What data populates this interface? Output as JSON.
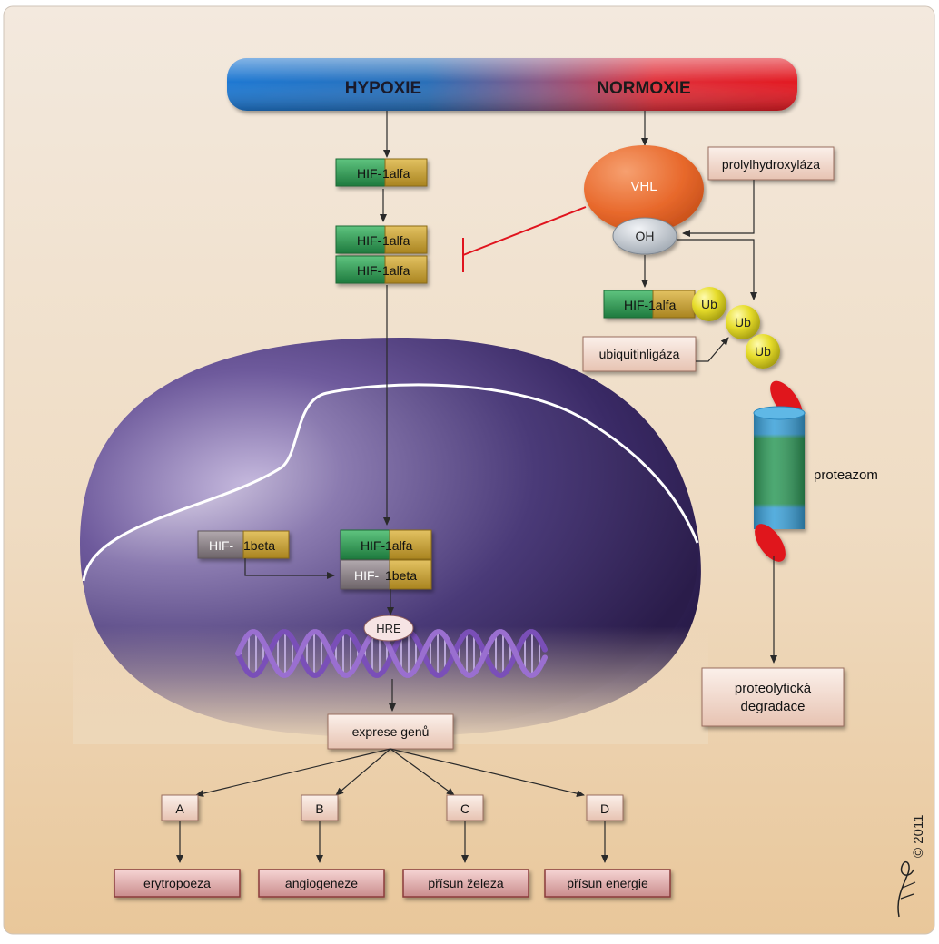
{
  "header": {
    "left": "HYPOXIE",
    "right": "NORMOXIE"
  },
  "vhl": {
    "label": "VHL",
    "oh": "OH"
  },
  "hif": {
    "name": "HIF-",
    "alpha": "1alfa",
    "beta": "1beta"
  },
  "prolyl": "prolylhydroxyláza",
  "ub": "Ub",
  "ubiquitin_ligase": "ubiquitinligáza",
  "proteasome": "proteazom",
  "degradation": [
    "proteolytická",
    "degradace"
  ],
  "hre": "HRE",
  "gene_expression": "exprese genů",
  "targets": [
    {
      "letter": "A",
      "label": "erytropoeza"
    },
    {
      "letter": "B",
      "label": "angiogeneze"
    },
    {
      "letter": "C",
      "label": "přísun železa"
    },
    {
      "letter": "D",
      "label": "přísun energie"
    }
  ],
  "copyright": "© 2011",
  "colors": {
    "hypoxia": "#1a6fc8",
    "normoxia": "#e0141e",
    "hif_alpha_green": "#2e9a52",
    "hif_gold": "#c9a436",
    "hif_beta_gray": "#8a8186",
    "vhl_orange": "#e8692c",
    "inhibition": "#e0141e",
    "nucleus": "#3a2a66"
  }
}
